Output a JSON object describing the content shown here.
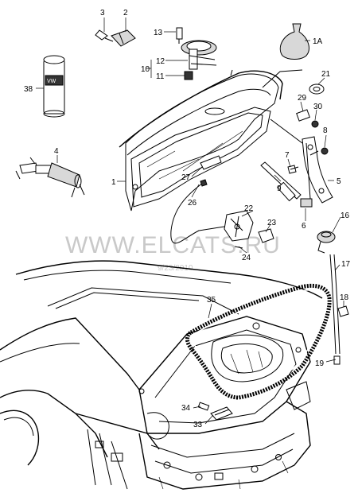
{
  "watermark": {
    "text": "WWW.ELCATS.RU",
    "date": "9/23/2010"
  },
  "labels": {
    "p1": "1",
    "p1a": "1A",
    "p2": "2",
    "p3": "3",
    "p4": "4",
    "p5": "5",
    "p6": "6",
    "p7": "7",
    "p8": "8",
    "p9": "9",
    "p10": "10",
    "p11": "11",
    "p12": "12",
    "p13": "13",
    "p16": "16",
    "p17": "17",
    "p18": "18",
    "p19": "19",
    "p21": "21",
    "p22": "22",
    "p23": "23",
    "p24": "24",
    "p26": "26",
    "p27": "27",
    "p29": "29",
    "p30": "30",
    "p33": "33",
    "p34": "34",
    "p35": "35",
    "p38": "38"
  }
}
